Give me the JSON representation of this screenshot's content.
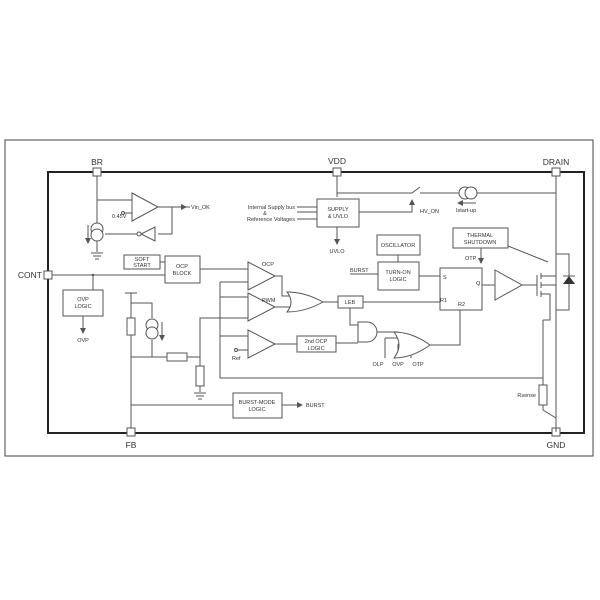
{
  "pins": {
    "br": "BR",
    "vdd": "VDD",
    "drain": "DRAIN",
    "cont": "CONT",
    "fb": "FB",
    "gnd": "GND"
  },
  "labels": {
    "vin_ok": "Vin_OK",
    "v045": "0.45V",
    "supply_bus_1": "Internal Supply bus",
    "supply_bus_2": "&",
    "supply_bus_3": "Reference Voltages",
    "hv_on": "HV_ON",
    "istart": "Istart-up",
    "uvlo": "UVLO",
    "burst_in": "BURST",
    "otp_out": "OTP",
    "s": "S",
    "q": "Q",
    "r1": "R1",
    "r2": "R2",
    "ocp": "OCP",
    "pwm": "PWM",
    "ref": "Ref",
    "ovp_out": "OVP",
    "olp": "OLP",
    "ovp": "OVP",
    "otp": "OTP",
    "burst_out": "BURST",
    "rsense": "Rsense"
  },
  "blocks": {
    "supply_uvlo": [
      "SUPPLY",
      "& UVLO"
    ],
    "oscillator": [
      "OSCILLATOR"
    ],
    "turn_on": [
      "TURN-ON",
      "LOGIC"
    ],
    "thermal": [
      "THERMAL",
      "SHUTDOWN"
    ],
    "soft_start": [
      "SOFT",
      "START"
    ],
    "ocp_block": [
      "OCP",
      "BLOCK"
    ],
    "leb": [
      "LEB"
    ],
    "ocp2": [
      "2nd OCP",
      "LOGIC"
    ],
    "ovp_logic": [
      "OVP",
      "LOGIC"
    ],
    "burst_mode": [
      "BURST-MODE",
      "LOGIC"
    ]
  }
}
